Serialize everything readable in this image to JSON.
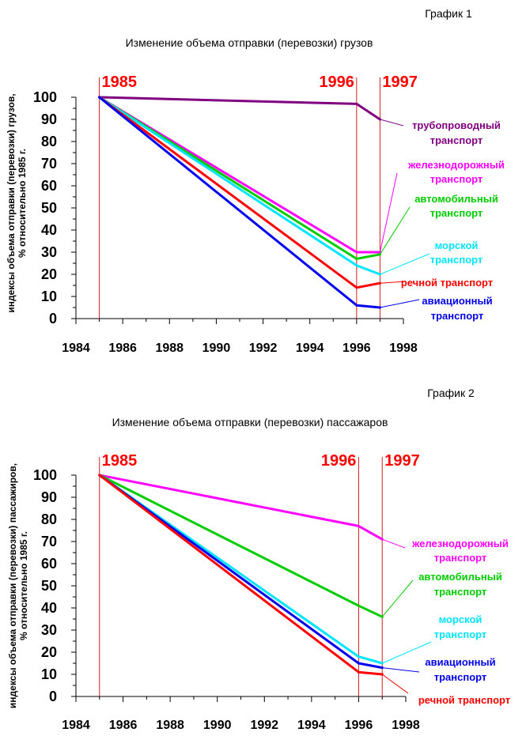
{
  "chart_data": [
    {
      "type": "line",
      "caption": "График 1",
      "title": "Изменение объема отправки (перевозки) грузов",
      "ylabel": "индексы объема отправки (перевозки) грузов, % относительно 1985 г.",
      "xlabel": "",
      "xlim": [
        1984,
        1998
      ],
      "ylim": [
        0,
        100
      ],
      "xticks": [
        "1984",
        "1986",
        "1988",
        "1990",
        "1992",
        "1994",
        "1996",
        "1998"
      ],
      "yticks": [
        "0",
        "10",
        "20",
        "30",
        "40",
        "50",
        "60",
        "70",
        "80",
        "90",
        "100"
      ],
      "grid": false,
      "marker_lines": [
        {
          "label": "1985",
          "x": 1985
        },
        {
          "label": "1996",
          "x": 1996
        },
        {
          "label": "1997",
          "x": 1997
        }
      ],
      "x": [
        1985,
        1996,
        1997
      ],
      "series": [
        {
          "name": "трубопроводный транспорт",
          "color": "#800080",
          "values": [
            100,
            97,
            90
          ]
        },
        {
          "name": "железнодорожный транспорт",
          "color": "#ff00ff",
          "values": [
            100,
            30,
            30
          ]
        },
        {
          "name": "автомобильный транспорт",
          "color": "#00cc00",
          "values": [
            100,
            27,
            29
          ]
        },
        {
          "name": "морской транспорт",
          "color": "#00e5ff",
          "values": [
            100,
            24,
            20
          ]
        },
        {
          "name": "речной транспорт",
          "color": "#ff0000",
          "values": [
            100,
            14,
            16
          ]
        },
        {
          "name": "авиационный транспорт",
          "color": "#0000ee",
          "values": [
            100,
            6,
            5
          ]
        }
      ]
    },
    {
      "type": "line",
      "caption": "График 2",
      "title": "Изменение объема отправки (перевозки) пассажаров",
      "ylabel": "индексы объема отправки (перевозки) пассажиров, % относительно 1985 г.",
      "xlabel": "",
      "xlim": [
        1984,
        1998
      ],
      "ylim": [
        0,
        100
      ],
      "xticks": [
        "1984",
        "1986",
        "1988",
        "1990",
        "1992",
        "1994",
        "1996",
        "1998"
      ],
      "yticks": [
        "0",
        "10",
        "20",
        "30",
        "40",
        "50",
        "60",
        "70",
        "80",
        "90",
        "100"
      ],
      "grid": false,
      "marker_lines": [
        {
          "label": "1985",
          "x": 1985
        },
        {
          "label": "1996",
          "x": 1996
        },
        {
          "label": "1997",
          "x": 1997
        }
      ],
      "x": [
        1985,
        1996,
        1997
      ],
      "series": [
        {
          "name": "железнодорожный транспорт",
          "color": "#ff00ff",
          "values": [
            100,
            77,
            71
          ]
        },
        {
          "name": "автомобильный транспорт",
          "color": "#00cc00",
          "values": [
            100,
            41,
            36
          ]
        },
        {
          "name": "морской транспорт",
          "color": "#00e5ff",
          "values": [
            100,
            18,
            15
          ]
        },
        {
          "name": "авиационный транспорт",
          "color": "#0000ee",
          "values": [
            100,
            15,
            13
          ]
        },
        {
          "name": "речной транспорт",
          "color": "#ff0000",
          "values": [
            100,
            11,
            10
          ]
        }
      ]
    }
  ]
}
